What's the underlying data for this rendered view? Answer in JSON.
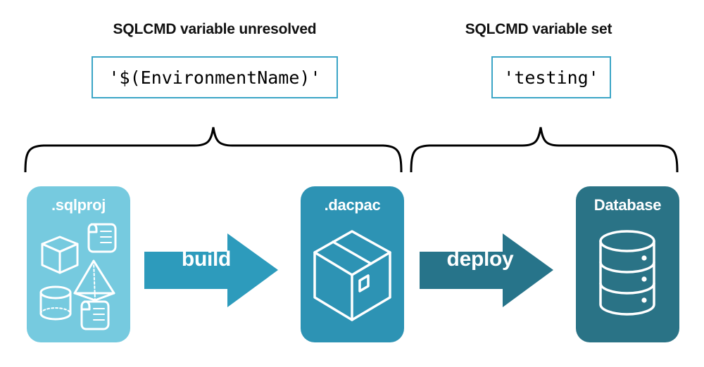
{
  "diagram": {
    "title_context": "SQLCMD variable resolution during build and deploy",
    "groups": [
      {
        "heading": "SQLCMD variable unresolved",
        "value": "'$(EnvironmentName)'",
        "brace_name": "brace-left"
      },
      {
        "heading": "SQLCMD variable set",
        "value": "'testing'",
        "brace_name": "brace-right"
      }
    ],
    "cards": [
      {
        "title": ".sqlproj",
        "icon": "project-shapes-icon",
        "color": "#76cadf"
      },
      {
        "title": ".dacpac",
        "icon": "package-box-icon",
        "color": "#2d93b4"
      },
      {
        "title": "Database",
        "icon": "database-cylinder-icon",
        "color": "#2a7386"
      }
    ],
    "arrows": [
      {
        "label": "build",
        "color": "#2d9bbc"
      },
      {
        "label": "deploy",
        "color": "#27748a"
      }
    ],
    "colors": {
      "light_blue": "#76cadf",
      "mid_teal": "#2d93b4",
      "dark_teal": "#2a7386",
      "build_arrow": "#2d9bbc",
      "deploy_arrow": "#27748a",
      "box_border": "#3ba5c6",
      "brace_stroke": "#000000",
      "text_dark": "#111111",
      "text_light": "#ffffff",
      "background": "#ffffff"
    }
  }
}
